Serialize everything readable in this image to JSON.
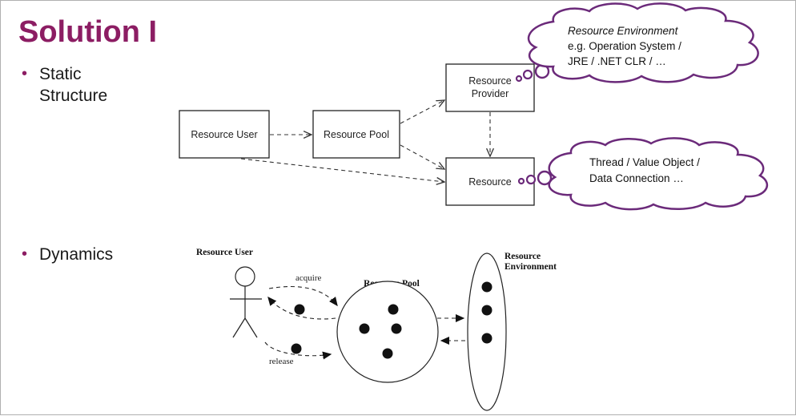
{
  "slide": {
    "title": "Solution I",
    "bullets": [
      {
        "line1": "Static",
        "line2": "Structure"
      },
      {
        "line1": "Dynamics"
      }
    ]
  },
  "static_diagram": {
    "nodes": {
      "resource_user": "Resource User",
      "resource_pool": "Resource Pool",
      "resource_provider_line1": "Resource",
      "resource_provider_line2": "Provider",
      "resource": "Resource"
    },
    "callout_environment": {
      "line1": "Resource Environment",
      "line2": "e.g. Operation System /",
      "line3": "JRE / .NET CLR / …"
    },
    "callout_resource": {
      "line1": "Thread / Value Object /",
      "line2": "Data Connection …"
    }
  },
  "dynamic_diagram": {
    "resource_user_label": "Resource User",
    "resource_pool_label": "Resource Pool",
    "environment_label_line1": "Resource",
    "environment_label_line2": "Environment",
    "acquire_label": "acquire",
    "release_label": "release"
  },
  "colors": {
    "accent": "#8c1d63",
    "cloud_stroke": "#6b2a7a",
    "text": "#1a1a1a"
  }
}
